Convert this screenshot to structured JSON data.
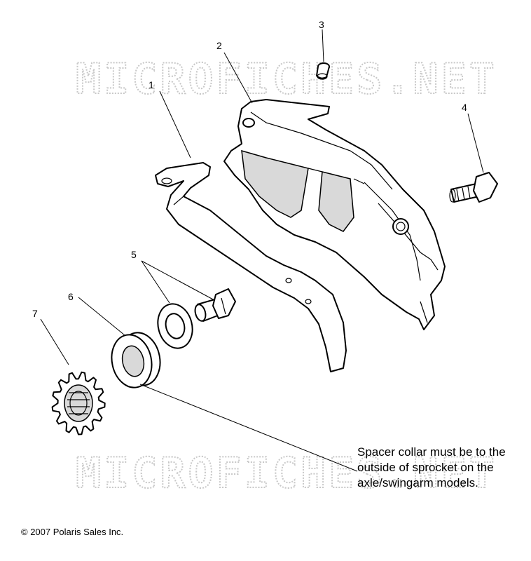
{
  "watermark": "MICROFICHES.NET",
  "callouts": [
    {
      "id": "1",
      "label": "1"
    },
    {
      "id": "2",
      "label": "2"
    },
    {
      "id": "3",
      "label": "3"
    },
    {
      "id": "4",
      "label": "4"
    },
    {
      "id": "5",
      "label": "5"
    },
    {
      "id": "6",
      "label": "6"
    },
    {
      "id": "7",
      "label": "7"
    }
  ],
  "note": {
    "line1": "Spacer collar must be to the",
    "line2": "outside of sprocket on the",
    "line3": "axle/swingarm models."
  },
  "copyright": "© 2007 Polaris Sales Inc."
}
